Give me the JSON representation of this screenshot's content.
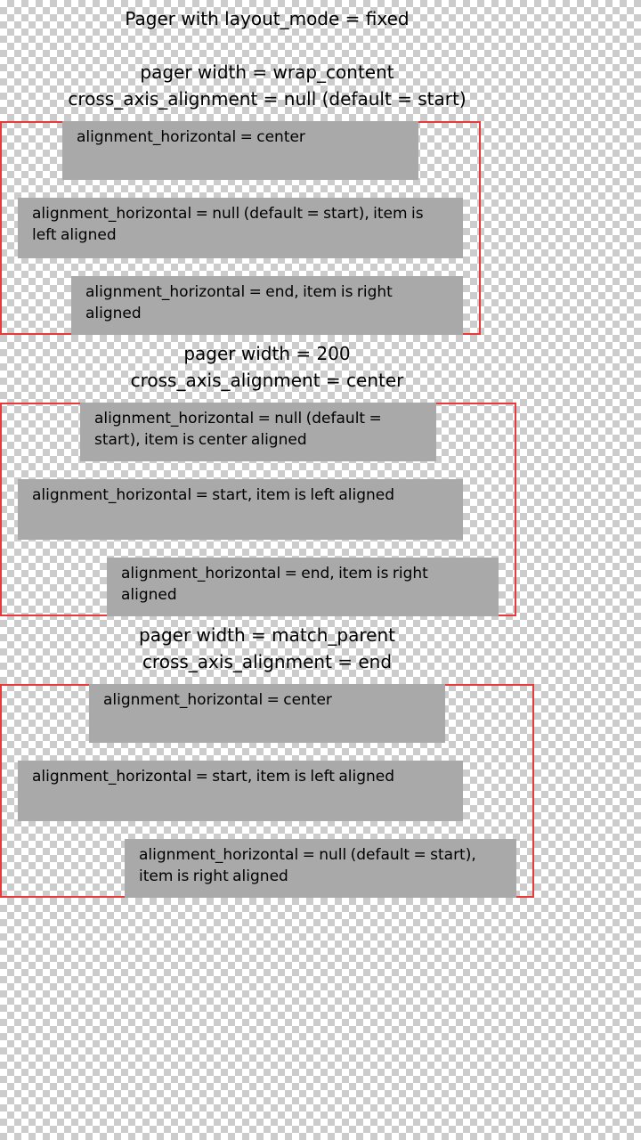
{
  "header": {
    "title": "Pager with layout_mode = fixed"
  },
  "sections": [
    {
      "width_label": "pager width = wrap_content",
      "cross_label": "cross_axis_alignment = null (default = start)",
      "items": [
        "alignment_horizontal = center",
        "alignment_horizontal = null (default = start), item is left aligned",
        "alignment_horizontal = end, item is right aligned"
      ]
    },
    {
      "width_label": "pager width = 200",
      "cross_label": "cross_axis_alignment = center",
      "items": [
        "alignment_horizontal = null (default = start), item is center aligned",
        "alignment_horizontal = start, item is left aligned",
        "alignment_horizontal = end, item is right aligned"
      ]
    },
    {
      "width_label": "pager width = match_parent",
      "cross_label": "cross_axis_alignment = end",
      "items": [
        "alignment_horizontal = center",
        "alignment_horizontal = start, item is left aligned",
        "alignment_horizontal = null (default = start), item is right aligned"
      ]
    }
  ],
  "colors": {
    "pager_border": "#e8393b",
    "item_background": "#a9a9a9",
    "text": "#000000"
  }
}
